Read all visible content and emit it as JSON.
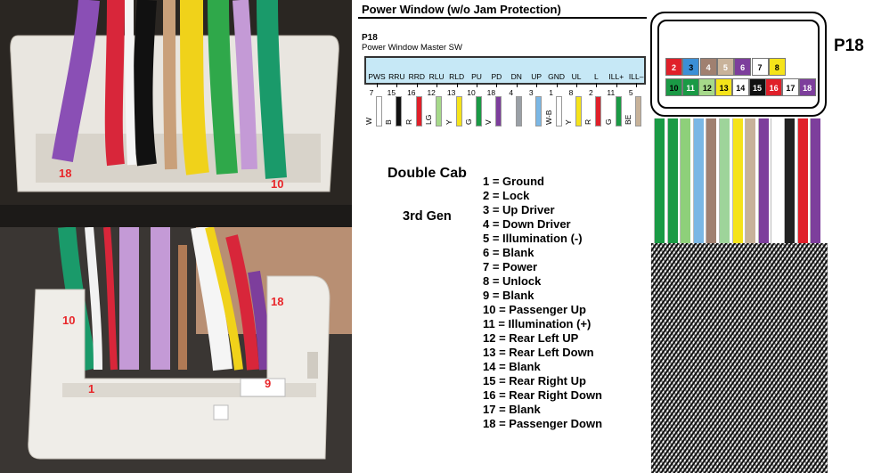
{
  "photos": {
    "top": {
      "callout_left": "18",
      "callout_right": "10"
    },
    "bottom": {
      "callout_10": "10",
      "callout_18": "18",
      "callout_1": "1",
      "callout_9": "9"
    }
  },
  "schematic": {
    "title": "Power Window (w/o Jam Protection)",
    "connector_code": "P18",
    "connector_name": "Power Window Master SW",
    "terminals": [
      {
        "label": "PWS",
        "pin": "7",
        "wire": "W",
        "color": "#ffffff"
      },
      {
        "label": "RRU",
        "pin": "15",
        "wire": "B",
        "color": "#111111"
      },
      {
        "label": "RRD",
        "pin": "16",
        "wire": "R",
        "color": "#e0202a"
      },
      {
        "label": "RLU",
        "pin": "12",
        "wire": "LG",
        "color": "#a6d98a"
      },
      {
        "label": "RLD",
        "pin": "13",
        "wire": "Y",
        "color": "#f5e31a"
      },
      {
        "label": "PU",
        "pin": "10",
        "wire": "G",
        "color": "#1a9a45"
      },
      {
        "label": "PD",
        "pin": "18",
        "wire": "V",
        "color": "#7d3e9c"
      },
      {
        "label": "DN",
        "pin": "4",
        "wire": "",
        "color": "#9aa0a6"
      },
      {
        "label": "UP",
        "pin": "3",
        "wire": "",
        "color": "#7ab7e5"
      },
      {
        "label": "GND",
        "pin": "1",
        "wire": "W-B",
        "color": "#ffffff"
      },
      {
        "label": "UL",
        "pin": "8",
        "wire": "Y",
        "color": "#f5e31a"
      },
      {
        "label": "L",
        "pin": "2",
        "wire": "R",
        "color": "#e0202a"
      },
      {
        "label": "ILL+",
        "pin": "11",
        "wire": "G",
        "color": "#1a9a45"
      },
      {
        "label": "ILL–",
        "pin": "5",
        "wire": "BE",
        "color": "#c7b299"
      }
    ]
  },
  "legend": {
    "cab": "Double Cab",
    "generation": "3rd Gen",
    "pins": [
      "1 = Ground",
      "2 = Lock",
      "3 = Up Driver",
      "4 = Down Driver",
      "5 = Illumination (-)",
      "6 = Blank",
      "7 = Power",
      "8 = Unlock",
      "9 = Blank",
      "10 = Passenger Up",
      "11 = Illumination (+)",
      "12 = Rear Left UP",
      "13 = Rear Left Down",
      "14 = Blank",
      "15 = Rear Right Up",
      "16 = Rear Right Down",
      "17 = Blank",
      "18 = Passenger Down"
    ]
  },
  "connector_face": {
    "label": "P18",
    "top_row": [
      {
        "pin": "2",
        "color": "#e0202a",
        "text": "#ffffff"
      },
      {
        "pin": "3",
        "color": "#3c8fd6",
        "text": "#000000"
      },
      {
        "pin": "4",
        "color": "#a08070",
        "text": "#ffffff"
      },
      {
        "pin": "5",
        "color": "#c9b39a",
        "text": "#ffffff"
      },
      {
        "pin": "6",
        "color": "#7d3e9c",
        "text": "#ffffff"
      },
      {
        "pin": "7",
        "color": "#ffffff",
        "text": "#000000"
      },
      {
        "pin": "8",
        "color": "#f5e31a",
        "text": "#000000"
      }
    ],
    "bottom_row": [
      {
        "pin": "10",
        "color": "#1a9a45",
        "text": "#000000"
      },
      {
        "pin": "11",
        "color": "#1a9a45",
        "text": "#ffffff"
      },
      {
        "pin": "12",
        "color": "#a6d98a",
        "text": "#000000"
      },
      {
        "pin": "13",
        "color": "#f5e31a",
        "text": "#000000"
      },
      {
        "pin": "14",
        "color": "#ffffff",
        "text": "#000000"
      },
      {
        "pin": "15",
        "color": "#111111",
        "text": "#ffffff"
      },
      {
        "pin": "16",
        "color": "#e0202a",
        "text": "#ffffff"
      },
      {
        "pin": "17",
        "color": "#ffffff",
        "text": "#000000"
      },
      {
        "pin": "18",
        "color": "#7d3e9c",
        "text": "#ffffff"
      }
    ],
    "tail_wires": [
      "#1a9a45",
      "#1a9a45",
      "#8ed07a",
      "#7ab7e5",
      "#a08070",
      "#9ed49a",
      "#f5e31a",
      "#c7b299",
      "#7d3e9c",
      "#ffffff",
      "#222222",
      "#e0202a",
      "#7d3e9c"
    ]
  }
}
